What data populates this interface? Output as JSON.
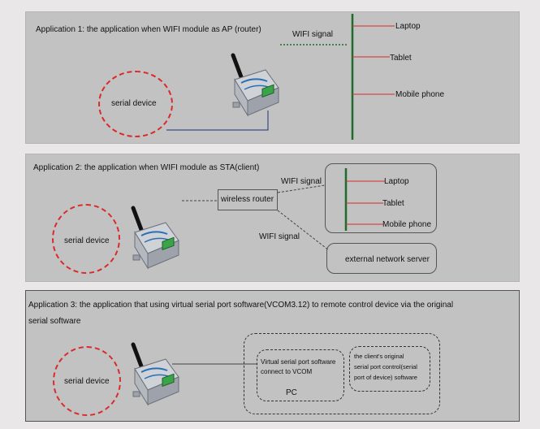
{
  "app1": {
    "title": "Application 1: the application when WIFI module as AP (router)",
    "wifi_signal": "WIFI signal",
    "serial_device": "serial device",
    "devices": [
      "Laptop",
      "Tablet",
      "Mobile phone"
    ]
  },
  "app2": {
    "title": "Application 2: the application when WIFI module as STA(client)",
    "wifi_signal_1": "WIFI signal",
    "wifi_signal_2": "WIFI signal",
    "router": "wireless router",
    "serial_device": "serial device",
    "devices": [
      "Laptop",
      "Tablet",
      "Mobile phone"
    ],
    "server": "external network server"
  },
  "app3": {
    "title_line1": "Application 3: the application that using virtual serial port software(VCOM3.12) to remote control device via the original",
    "title_line2": "serial software",
    "serial_device": "serial device",
    "vcom_line1": "Virtual serial port software",
    "vcom_line2": "connect to VCOM",
    "client_line1": "the client's original",
    "client_line2": "serial port control(serial",
    "client_line3": "port of device) software",
    "pc": "PC"
  },
  "colors": {
    "red_line": "#d92b2b",
    "green_line": "#1f6b2c",
    "blue_line": "#1c2f7a",
    "panel": "#c2c2c2"
  },
  "icons": [
    "wifi-module-device-icon",
    "antenna-icon"
  ]
}
